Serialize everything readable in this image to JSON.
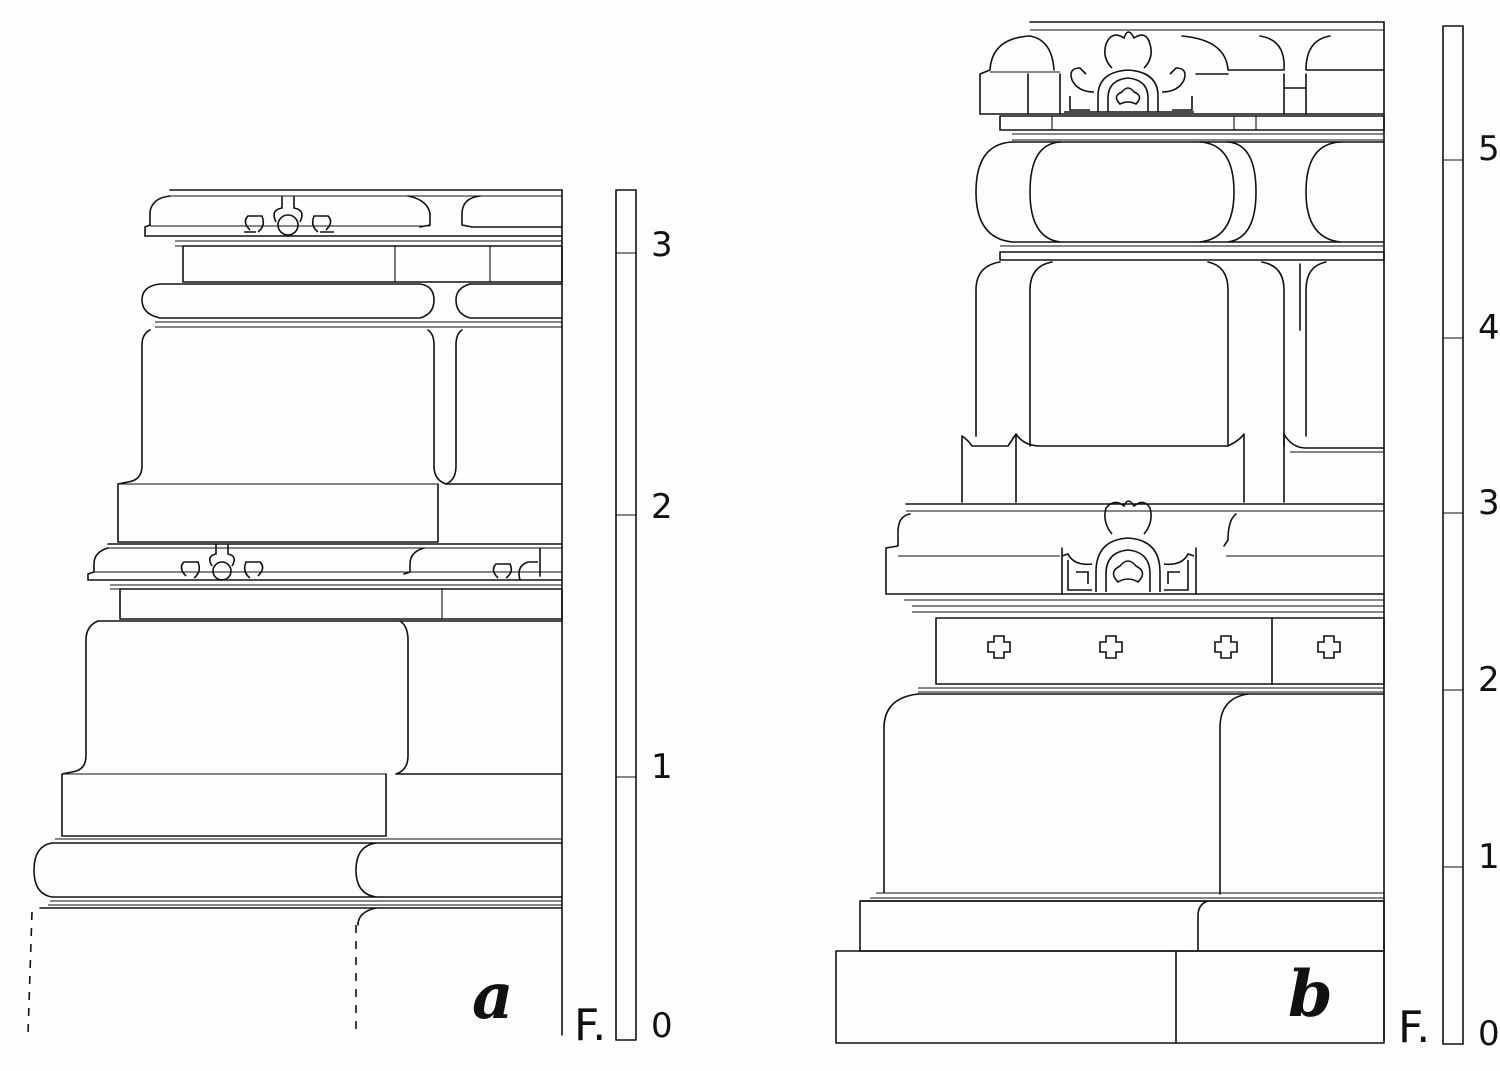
{
  "panels": [
    {
      "id": "a",
      "letter": "a",
      "scale": {
        "unit": "F.",
        "ticks": [
          "0",
          "1",
          "2",
          "3"
        ]
      }
    },
    {
      "id": "b",
      "letter": "b",
      "scale": {
        "unit": "F.",
        "ticks": [
          "0",
          "1",
          "2",
          "3",
          "4",
          "5"
        ]
      }
    }
  ]
}
